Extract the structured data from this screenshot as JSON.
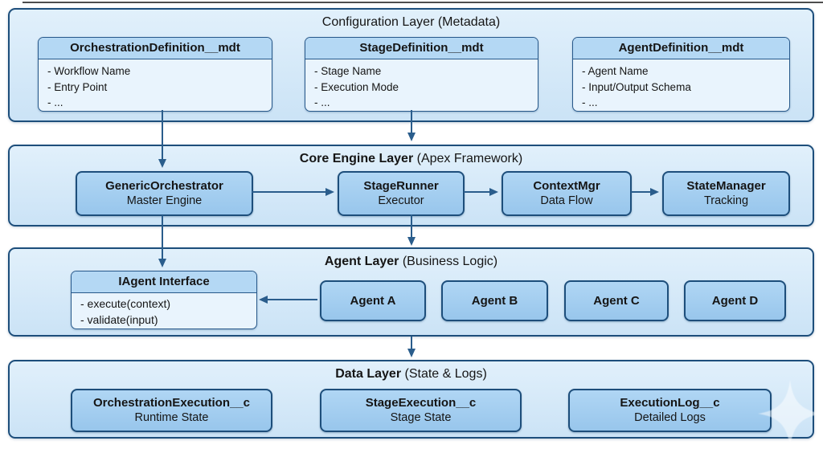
{
  "layers": [
    {
      "title_main": "Configuration Layer",
      "title_suffix": " (Metadata)",
      "boxes": [
        {
          "title": "OrchestrationDefinition__mdt",
          "items": [
            "- Workflow Name",
            "- Entry Point",
            "- ..."
          ]
        },
        {
          "title": "StageDefinition__mdt",
          "items": [
            "- Stage Name",
            "- Execution Mode",
            "- ..."
          ]
        },
        {
          "title": "AgentDefinition__mdt",
          "items": [
            "- Agent Name",
            "- Input/Output Schema",
            "- ..."
          ]
        }
      ]
    },
    {
      "title_main": "Core Engine Layer",
      "title_suffix": " (Apex Framework)",
      "boxes": [
        {
          "title": "GenericOrchestrator",
          "subtitle": "Master Engine"
        },
        {
          "title": "StageRunner",
          "subtitle": "Executor"
        },
        {
          "title": "ContextMgr",
          "subtitle": "Data Flow"
        },
        {
          "title": "StateManager",
          "subtitle": "Tracking"
        }
      ]
    },
    {
      "title_main": "Agent Layer",
      "title_suffix": " (Business Logic)",
      "interface_box": {
        "title": "IAgent Interface",
        "items": [
          "- execute(context)",
          "- validate(input)"
        ]
      },
      "agents": [
        {
          "title": "Agent A"
        },
        {
          "title": "Agent B"
        },
        {
          "title": "Agent C"
        },
        {
          "title": "Agent D"
        }
      ]
    },
    {
      "title_main": "Data Layer",
      "title_suffix": " (State & Logs)",
      "boxes": [
        {
          "title": "OrchestrationExecution__c",
          "subtitle": "Runtime State"
        },
        {
          "title": "StageExecution__c",
          "subtitle": "Stage State"
        },
        {
          "title": "ExecutionLog__c",
          "subtitle": "Detailed Logs"
        }
      ]
    }
  ],
  "watermark": {
    "icon": "sparkle-icon"
  },
  "colors": {
    "panel_border": "#1d4e7b",
    "panel_bg_top": "#e1f0fb",
    "panel_bg_bottom": "#cbe3f6",
    "box_border": "#27588a",
    "box_header_bg": "#b4d8f4",
    "box_body_bg": "#e9f4fd",
    "solid_top": "#b0d6f4",
    "solid_bottom": "#98c6ec",
    "arrow": "#2a5d8c",
    "text": "#151515"
  }
}
